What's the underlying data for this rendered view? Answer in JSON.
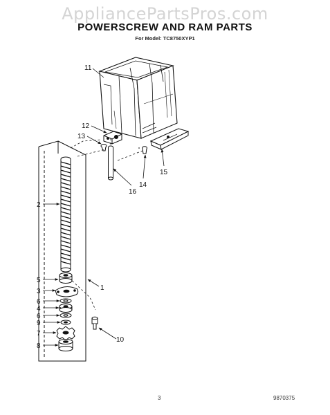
{
  "watermark": "AppliancePartsPros.com",
  "title": "POWERSCREW AND RAM PARTS",
  "model_line": "For Model: TC8750XYP1",
  "page_number": "3",
  "doc_number": "9870375",
  "callouts": {
    "c1": "1",
    "c2": "2",
    "c3": "3",
    "c4": "4",
    "c5": "5",
    "c6a": "6",
    "c6b": "6",
    "c7": "7",
    "c8": "8",
    "c9": "9",
    "c10": "10",
    "c11": "11",
    "c12": "12",
    "c13": "13",
    "c14": "14",
    "c15": "15",
    "c16": "16"
  }
}
